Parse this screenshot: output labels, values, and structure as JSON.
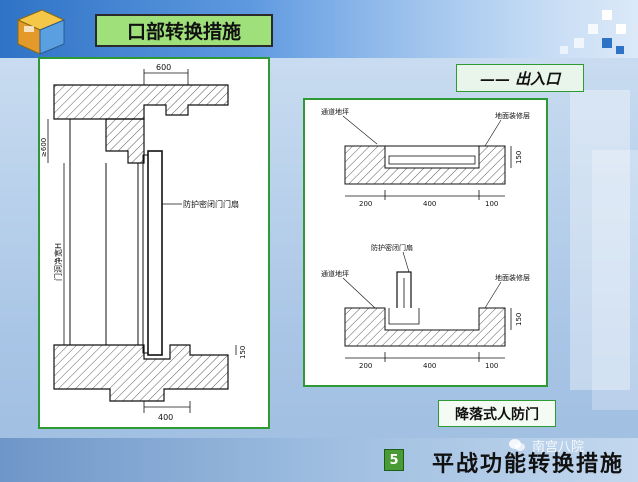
{
  "slide": {
    "title": "口部转换措施",
    "tag": "—— 出入口",
    "caption": "降落式人防门",
    "page_number": "5",
    "footer_title": "平战功能转换措施",
    "watermark": "南宫八院"
  },
  "left_drawing": {
    "dim_top": "600",
    "dim_left": "≥600",
    "door_label": "门洞净宽H",
    "annotation": "防护密闭门门扇",
    "dim_bottom": "400",
    "dim_right": "150"
  },
  "right_top_drawing": {
    "floor_label": "通道地坪",
    "finish_label": "地面装修层",
    "dim_right": "150",
    "dims": [
      "200",
      "400",
      "100"
    ]
  },
  "right_bottom_drawing": {
    "door_label": "防护密闭门扇",
    "floor_label": "通道地坪",
    "finish_label": "地面装修层",
    "dim_right": "150",
    "dims": [
      "200",
      "400",
      "100"
    ]
  },
  "colors": {
    "panel_border": "#2e9a33",
    "title_bg": "#9fe07a",
    "page_num_bg": "#4a9a35"
  }
}
